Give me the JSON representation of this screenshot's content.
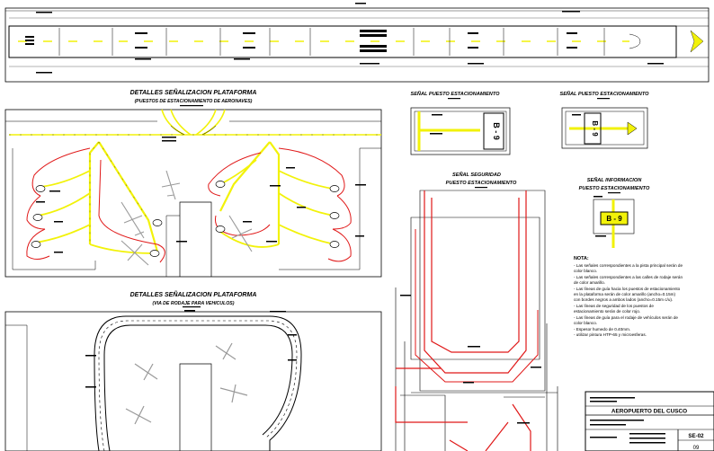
{
  "sections": {
    "platform_parking_title": "DETALLES SEÑALIZACION PLATAFORMA",
    "platform_parking_subtitle": "(PUESTOS DE ESTACIONAMIENTO DE AERONAVES)",
    "platform_vehicle_title": "DETALLES SEÑALIZACION PLATAFORMA",
    "platform_vehicle_subtitle": "(VIA DE RODAJE PARA VEHICULOS)",
    "stand_sign_1_title": "SEÑAL PUESTO ESTACIONAMIENTO",
    "stand_sign_2_title": "SEÑAL PUESTO ESTACIONAMIENTO",
    "safety_sign_title_1": "SEÑAL SEGURIDAD",
    "safety_sign_title_2": "PUESTO ESTACIONAMIENTO",
    "info_sign_title_1": "SEÑAL INFORMACION",
    "info_sign_title_2": "PUESTO ESTACIONAMIENTO"
  },
  "stand_label": "B - 9",
  "notes": {
    "title": "NOTA:",
    "lines": [
      "- Las señales correspondientes a la pista principal serán de",
      "  color blanco.",
      "- Las señales correspondientes a las calles de rodaje serán",
      "  de color amarillo.",
      "- Las líneas de guía hacia los puestos de estacionamiento",
      "  en la plataforma serán de color amarillo (ancho=0.15m)",
      "  con bordes negros a ambos lados (ancho=0.15m c/u).",
      "- Las líneas de seguridad de los puestos de",
      "  estacionamiento serán de color rojo.",
      "- Las líneas de guía para el rodaje de vehículos serán de",
      "  color blanco.",
      "- Espesor humedo de 0.40mm.",
      "- utilizar pintura HTP-65 y microesferas."
    ]
  },
  "title_block": {
    "project": "AEROPUERTO DEL CUSCO",
    "sheet_code": "SE-02",
    "sheet_number": "09"
  },
  "colors": {
    "line": "#000000",
    "taxi_yellow": "#f2f20a",
    "safety_red": "#e01818",
    "aircraft_gray": "#9a9a9a"
  }
}
